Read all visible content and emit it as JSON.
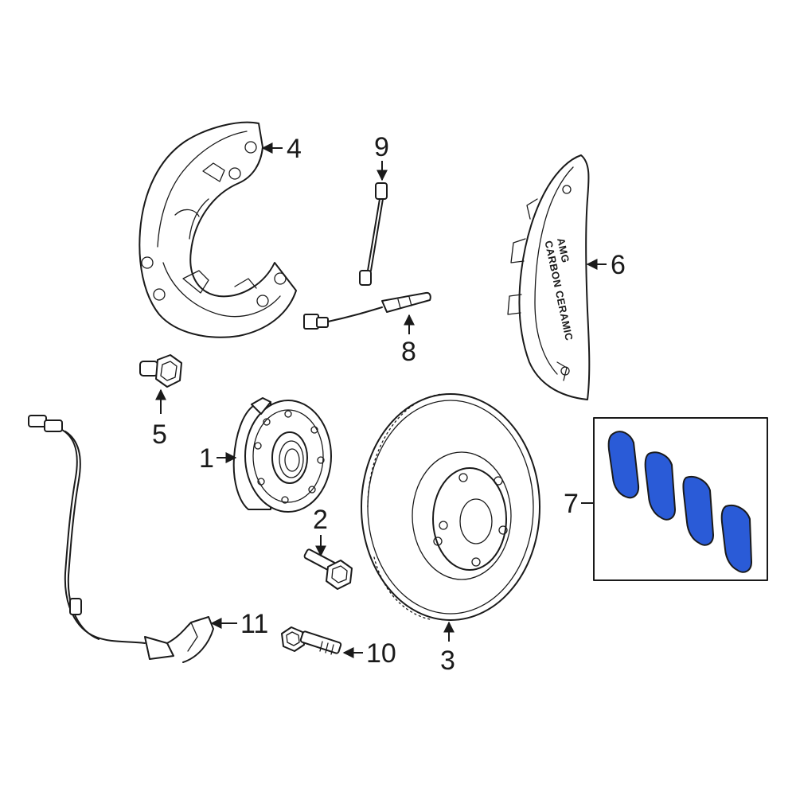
{
  "callouts": {
    "c1": "1",
    "c2": "2",
    "c3": "3",
    "c4": "4",
    "c5": "5",
    "c6": "6",
    "c7": "7",
    "c8": "8",
    "c9": "9",
    "c10": "10",
    "c11": "11"
  },
  "caliper_branding": {
    "line1": "AMG",
    "line2": "CARBON CERAMIC"
  },
  "colors": {
    "line": "#1a1a1a",
    "pad_highlight": "#2a5bd7",
    "background": "#ffffff"
  }
}
